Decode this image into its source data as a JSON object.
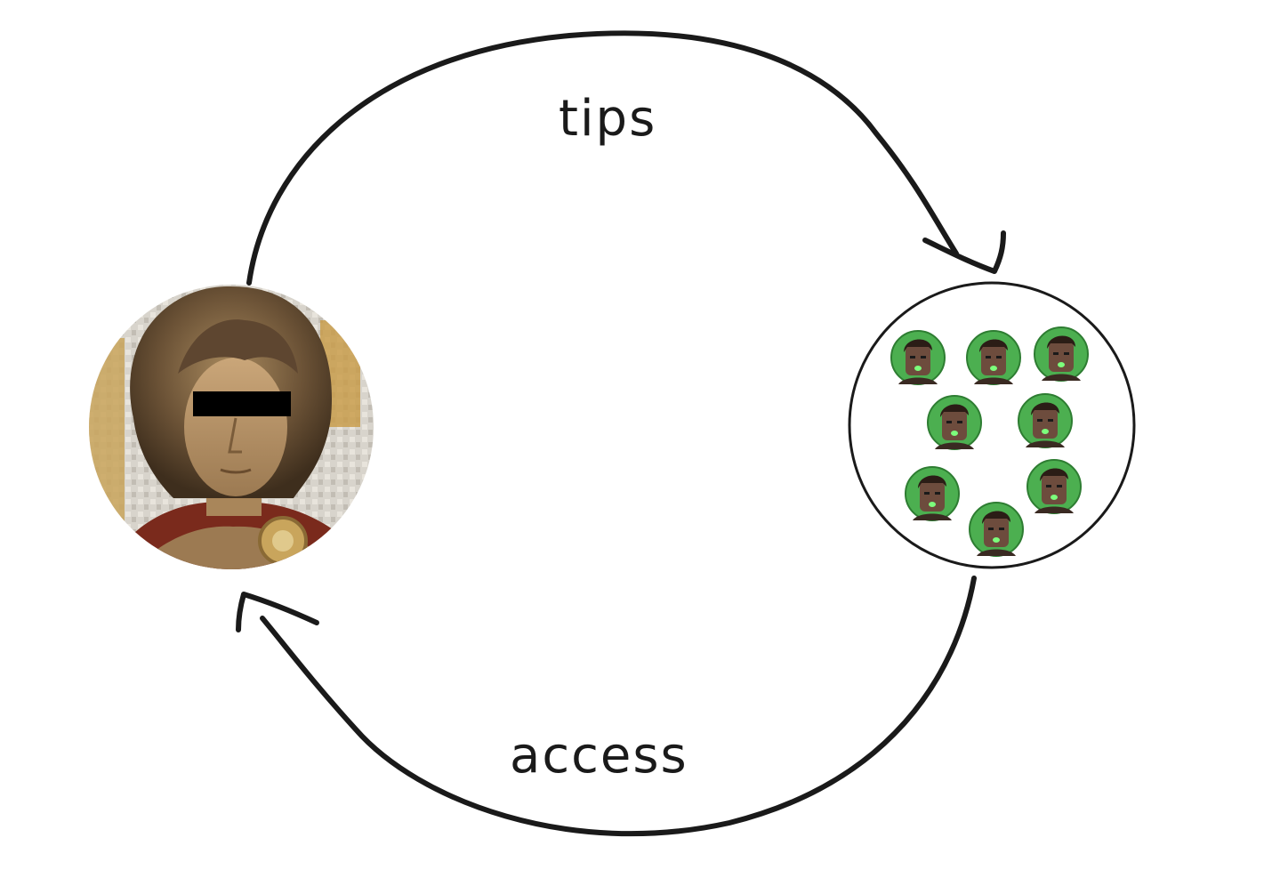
{
  "diagram": {
    "edges": {
      "top_label": "tips",
      "bottom_label": "access"
    },
    "nodes": {
      "creator": {
        "icon": "mosaic-portrait-icon",
        "censor_bar_color": "#000000"
      },
      "audience": {
        "icon": "avatar-group-icon",
        "member_count": 8,
        "avatar_bg_color": "#4caf50"
      }
    }
  }
}
